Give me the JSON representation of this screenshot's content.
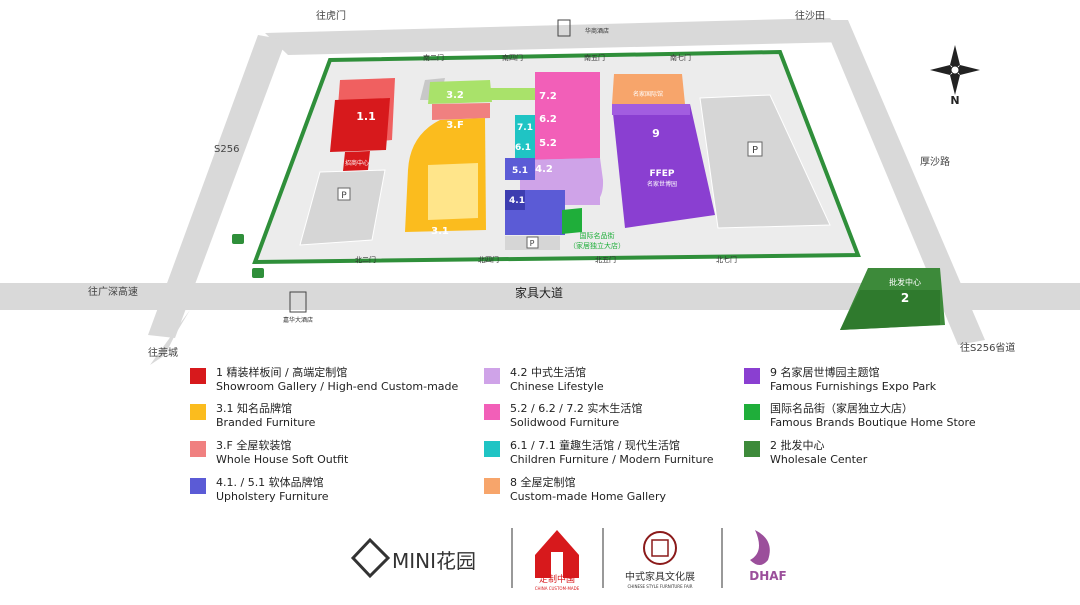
{
  "roads": {
    "to_humen": "往虎门",
    "to_shatian": "往沙田",
    "s256": "S256",
    "housha_rd": "厚沙路",
    "to_guangshen": "往广深高速",
    "to_guancheng": "往莞城",
    "to_s256": "往S256省道",
    "main_road": "家具大道"
  },
  "compass": {
    "north": "N"
  },
  "places": {
    "top_building": "华商酒店",
    "hotel": "嘉华大酒店",
    "boutique_street_1": "国际名品街",
    "boutique_street_2": "（家居独立大店）",
    "wholesale_label": "批发中心",
    "hall1_label": "招商中心",
    "hall8_label": "名家国际馆",
    "ffep": "FFEP",
    "ffep_sub": "名家世博园"
  },
  "gates": {
    "south2": "南二门",
    "south4": "南四门",
    "south5": "南五门",
    "south7": "南七门",
    "north2": "北二门",
    "north4": "北四门",
    "north5": "北五门",
    "north7": "北七门"
  },
  "halls": {
    "h1_1": "1.1",
    "h3_1": "3.1",
    "h3_2": "3.2",
    "h3_f": "3.F",
    "h4_1": "4.1",
    "h4_2": "4.2",
    "h5_1": "5.1",
    "h5_2": "5.2",
    "h6_1": "6.1",
    "h6_2": "6.2",
    "h7_1": "7.1",
    "h7_2": "7.2",
    "h9": "9",
    "h2": "2"
  },
  "parking": "P",
  "legend": [
    {
      "color": "#d7191c",
      "cn": "1 精装样板间 / 高端定制馆",
      "en": "Showroom Gallery / High-end Custom-made"
    },
    {
      "color": "#fbbc1e",
      "cn": "3.1 知名品牌馆",
      "en": "Branded Furniture"
    },
    {
      "color": "#f08080",
      "cn": "3.F 全屋软装馆",
      "en": "Whole House Soft Outfit"
    },
    {
      "color": "#5b5bd6",
      "cn": "4.1. / 5.1 软体品牌馆",
      "en": "Upholstery Furniture"
    },
    {
      "color": "#cfa3e8",
      "cn": "4.2 中式生活馆",
      "en": "Chinese Lifestyle"
    },
    {
      "color": "#f25fb8",
      "cn": "5.2 / 6.2 / 7.2 实木生活馆",
      "en": "Solidwood Furniture"
    },
    {
      "color": "#1fc4c4",
      "cn": "6.1 / 7.1 童趣生活馆 / 现代生活馆",
      "en": "Children Furniture / Modern Furniture"
    },
    {
      "color": "#f7a56b",
      "cn": "8 全屋定制馆",
      "en": "Custom-made Home Gallery"
    },
    {
      "color": "#8a3fd1",
      "cn": "9 名家居世博园主题馆",
      "en": "Famous Furnishings Expo Park"
    },
    {
      "color": "#1fae3a",
      "cn": "国际名品街（家居独立大店）",
      "en": "Famous Brands Boutique Home Store"
    },
    {
      "color": "#3d8a3a",
      "cn": "2 批发中心",
      "en": "Wholesale Center"
    }
  ],
  "logos": {
    "mini": "MINI花园",
    "dingzhi": "定制中国",
    "dingzhi_sub": "CHINA CUSTOM-MADE",
    "chinese_style": "中式家具文化展",
    "chinese_style_sub": "CHINESE STYLE FURNITURE FAIR",
    "dhaf": "DHAF"
  }
}
